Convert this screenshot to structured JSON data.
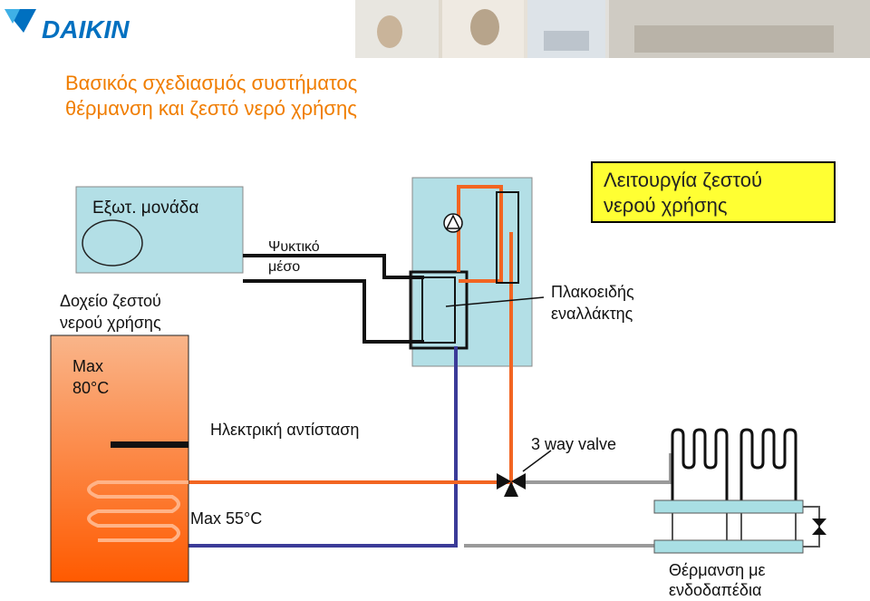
{
  "brand": {
    "name": "DAIKIN",
    "color": "#0070c0"
  },
  "title": {
    "line1": "Βασικός σχεδιασμός συστήματος",
    "line2": "θέρμανση και ζεστό νερό χρήσης"
  },
  "badge": {
    "line1": "Λειτουργία ζεστού",
    "line2": "νερού χρήσης"
  },
  "labels": {
    "outdoor_unit": "Εξωτ. μονάδα",
    "refrigerant_line1": "Ψυκτικό",
    "refrigerant_line2": "μέσο",
    "tank_line1": "Δοχείο ζεστού",
    "tank_line2": "νερού χρήσης",
    "tank_max_line1": "Max",
    "tank_max_line2": "80°C",
    "plate_hx_line1": "Πλακοειδής",
    "plate_hx_line2": "εναλλάκτης",
    "heater": "Ηλεκτρική αντίσταση",
    "valve": "3 way valve",
    "max_55": "Max 55°C",
    "floor_line1": "Θέρμανση με",
    "floor_line2": "ενδοδαπέδια"
  },
  "colors": {
    "unit_fill": "#b3dfe6",
    "hot_pipe": "#f26522",
    "cold_pipe": "#3b3b98",
    "return_pipe": "#9a9a9a",
    "manifold": "#a9dfe4",
    "tank_top": "#f6a06a",
    "tank_bottom": "#ff5500"
  }
}
